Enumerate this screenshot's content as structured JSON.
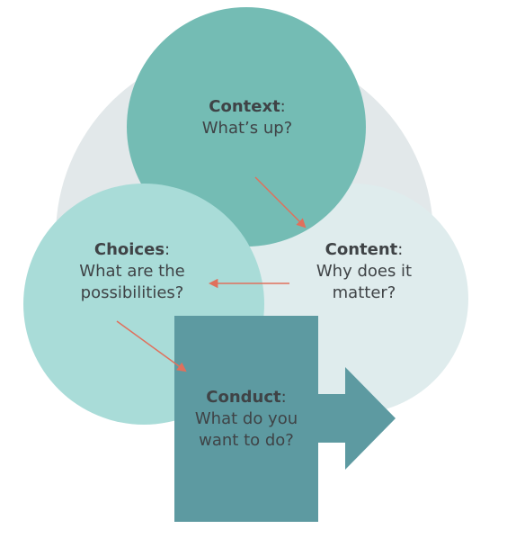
{
  "context": {
    "term": "Context",
    "colon": ":",
    "body": "What’s up?"
  },
  "content": {
    "term": "Content",
    "colon": ":",
    "line1": "Why does it",
    "line2": "matter?"
  },
  "choices": {
    "term": "Choices",
    "colon": ":",
    "line1": "What are the",
    "line2": "possibilities?"
  },
  "conduct": {
    "term": "Conduct",
    "colon": ":",
    "line1": "What do you",
    "line2": "want to do?"
  },
  "colors": {
    "background_blob": "#e2e8ea",
    "context_circle": "#74bcb4",
    "content_circle": "#dfeced",
    "choices_circle": "#a9dcd8",
    "conduct_shape": "#5d9aa1",
    "arrow": "#e0705c",
    "text": "#3f4346"
  }
}
